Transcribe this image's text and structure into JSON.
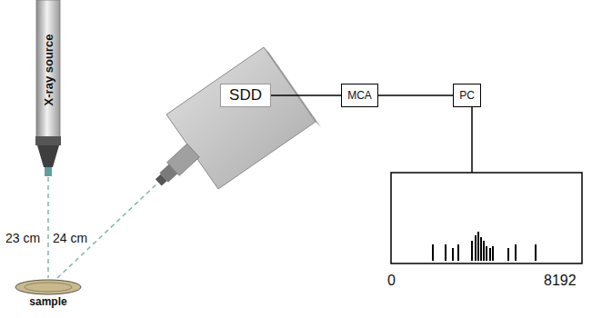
{
  "diagram": {
    "nodes": [
      {
        "text": [
          "X-ray source"
        ]
      },
      {
        "text": [
          "SDD"
        ]
      },
      {
        "text": [
          "MCA"
        ]
      },
      {
        "text": [
          "PC"
        ]
      },
      {
        "text": [
          "sample"
        ]
      }
    ],
    "edges": [
      {
        "from": 0,
        "to": 4,
        "arrow": "none",
        "label": "23 cm"
      },
      {
        "from": 4,
        "to": 1,
        "arrow": "none",
        "label": "24 cm"
      },
      {
        "from": 1,
        "to": 2,
        "arrow": "none"
      },
      {
        "from": 2,
        "to": 3,
        "arrow": "none"
      }
    ],
    "labels": [
      "0",
      "8192"
    ]
  }
}
